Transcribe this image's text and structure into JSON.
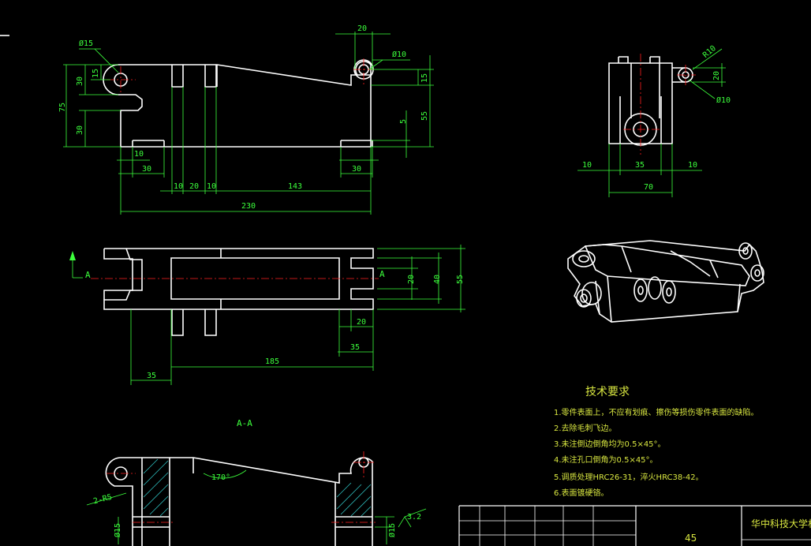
{
  "front_view": {
    "dims": {
      "d15": "Ø15",
      "top20": "20",
      "d10": "Ø10",
      "l75": "75",
      "l30a": "30",
      "l15": "15",
      "l30b": "30",
      "r15": "15",
      "r5": "5",
      "r55": "55",
      "b10a": "10",
      "b30a": "30",
      "b30b": "30",
      "b10b": "10",
      "b20": "20",
      "b10c": "10",
      "b143": "143",
      "b230": "230"
    }
  },
  "side_view": {
    "dims": {
      "r10": "R10",
      "s20": "20",
      "sd10": "Ø10",
      "s10a": "10",
      "s35": "35",
      "s10b": "10",
      "s70": "70"
    }
  },
  "top_view": {
    "section_mark": "A",
    "dims": {
      "t20a": "20",
      "t40": "40",
      "t55": "55",
      "t20b": "20",
      "t35a": "35",
      "t35b": "35",
      "t185": "185"
    }
  },
  "section_view": {
    "label": "A-A",
    "dims": {
      "ang": "170°",
      "r5": "2-R5",
      "d15a": "Ø15",
      "d15b": "Ø15",
      "rough": "3.2"
    }
  },
  "requirements": {
    "heading": "技术要求",
    "items": [
      "1.零件表面上，不应有划痕、擦伤等损伤零件表面的缺陷。",
      "2.去除毛刺飞边。",
      "3.未注倒边倒角均为0.5×45°。",
      "4.未注孔口倒角为0.5×45°。",
      "5.调质处理HRC26-31，淬火HRC38-42。",
      "6.表面镀硬铬。"
    ]
  },
  "title_block": {
    "material": "45",
    "school": "华中科技大学机"
  },
  "colors": {
    "outline": "#ffffff",
    "dimension": "#3cff3c",
    "center": "#ff2020",
    "hatch": "#2fbfbf",
    "note": "#d8e640"
  }
}
